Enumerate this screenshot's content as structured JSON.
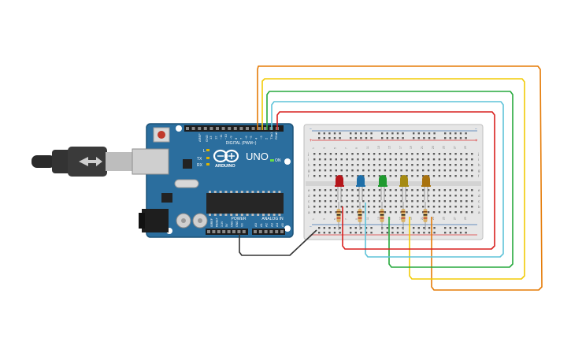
{
  "arduino": {
    "brand": "ARDUINO",
    "model": "UNO",
    "digital_header_label": "DIGITAL (PWM~)",
    "power_label": "POWER",
    "analog_label": "ANALOG IN",
    "on_label": "ON",
    "l_label": "L",
    "tx_label": "TX",
    "rx_label": "RX",
    "aref_label": "AREF",
    "gnd_label": "GND",
    "digital_pins": [
      "13",
      "12",
      "~11",
      "~10",
      "~9",
      "8",
      "7",
      "~6",
      "~5",
      "4",
      "~3",
      "2",
      "TX▸1",
      "RX◂0"
    ],
    "power_pins": [
      "IOREF",
      "RESET",
      "3.3V",
      "5V",
      "GND",
      "GND",
      "Vin"
    ],
    "analog_pins": [
      "A0",
      "A1",
      "A2",
      "A3",
      "A4",
      "A5"
    ],
    "board_color": "#2b6e9e"
  },
  "breadboard": {
    "row_letters_top": [
      "j",
      "i",
      "h",
      "g",
      "f"
    ],
    "row_letters_bottom": [
      "e",
      "d",
      "c",
      "b",
      "a"
    ],
    "column_numbers": [
      "1",
      "3",
      "5",
      "7",
      "9",
      "11",
      "13",
      "15",
      "17",
      "19",
      "21",
      "23",
      "25",
      "27",
      "29"
    ],
    "rail_plus": "+",
    "rail_minus": "−"
  },
  "leds": [
    {
      "name": "led-red",
      "color": "#b5161b"
    },
    {
      "name": "led-blue",
      "color": "#1f6fa8"
    },
    {
      "name": "led-green",
      "color": "#1f9a2f"
    },
    {
      "name": "led-yellow",
      "color": "#a58a12"
    },
    {
      "name": "led-orange",
      "color": "#a8720f"
    }
  ],
  "wires": [
    {
      "name": "wire-orange",
      "color": "#e57b07"
    },
    {
      "name": "wire-yellow",
      "color": "#f2cb07"
    },
    {
      "name": "wire-green",
      "color": "#27a93d"
    },
    {
      "name": "wire-cyan",
      "color": "#5fc3d9"
    },
    {
      "name": "wire-red",
      "color": "#d9211f"
    },
    {
      "name": "wire-black",
      "color": "#333333"
    }
  ]
}
